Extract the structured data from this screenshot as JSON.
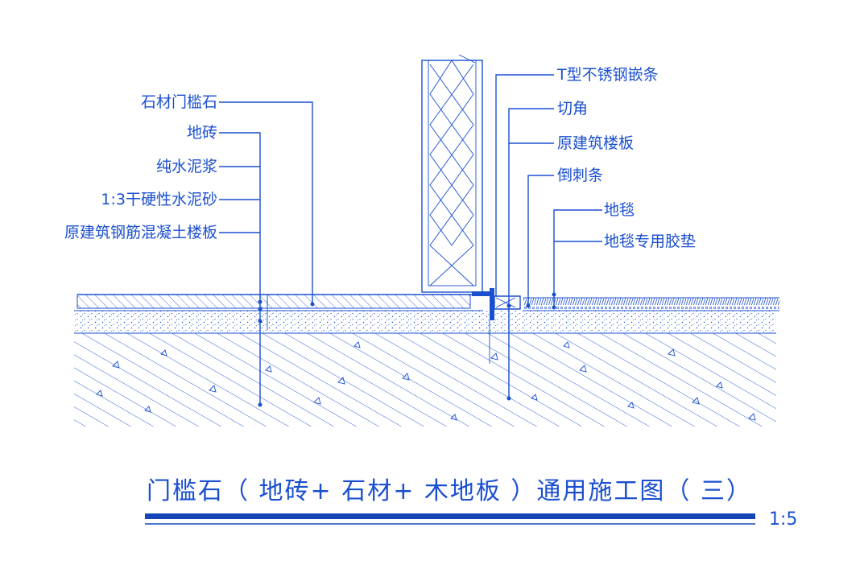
{
  "labels_left": [
    "石材门槛石",
    "地砖",
    "纯水泥浆",
    "1:3干硬性水泥砂",
    "原建筑钢筋混凝土楼板"
  ],
  "labels_right": [
    "T型不锈钢嵌条",
    "切角",
    "原建筑楼板",
    "倒刺条",
    "地毯",
    "地毯专用胶垫"
  ],
  "title": "门槛石（ 地砖+ 石材+ 木地板 ）通用施工图（ 三）",
  "scale": "1:5",
  "colors": {
    "line": "#1a4fd0",
    "bar": "#1446b8",
    "background": "#ffffff"
  }
}
